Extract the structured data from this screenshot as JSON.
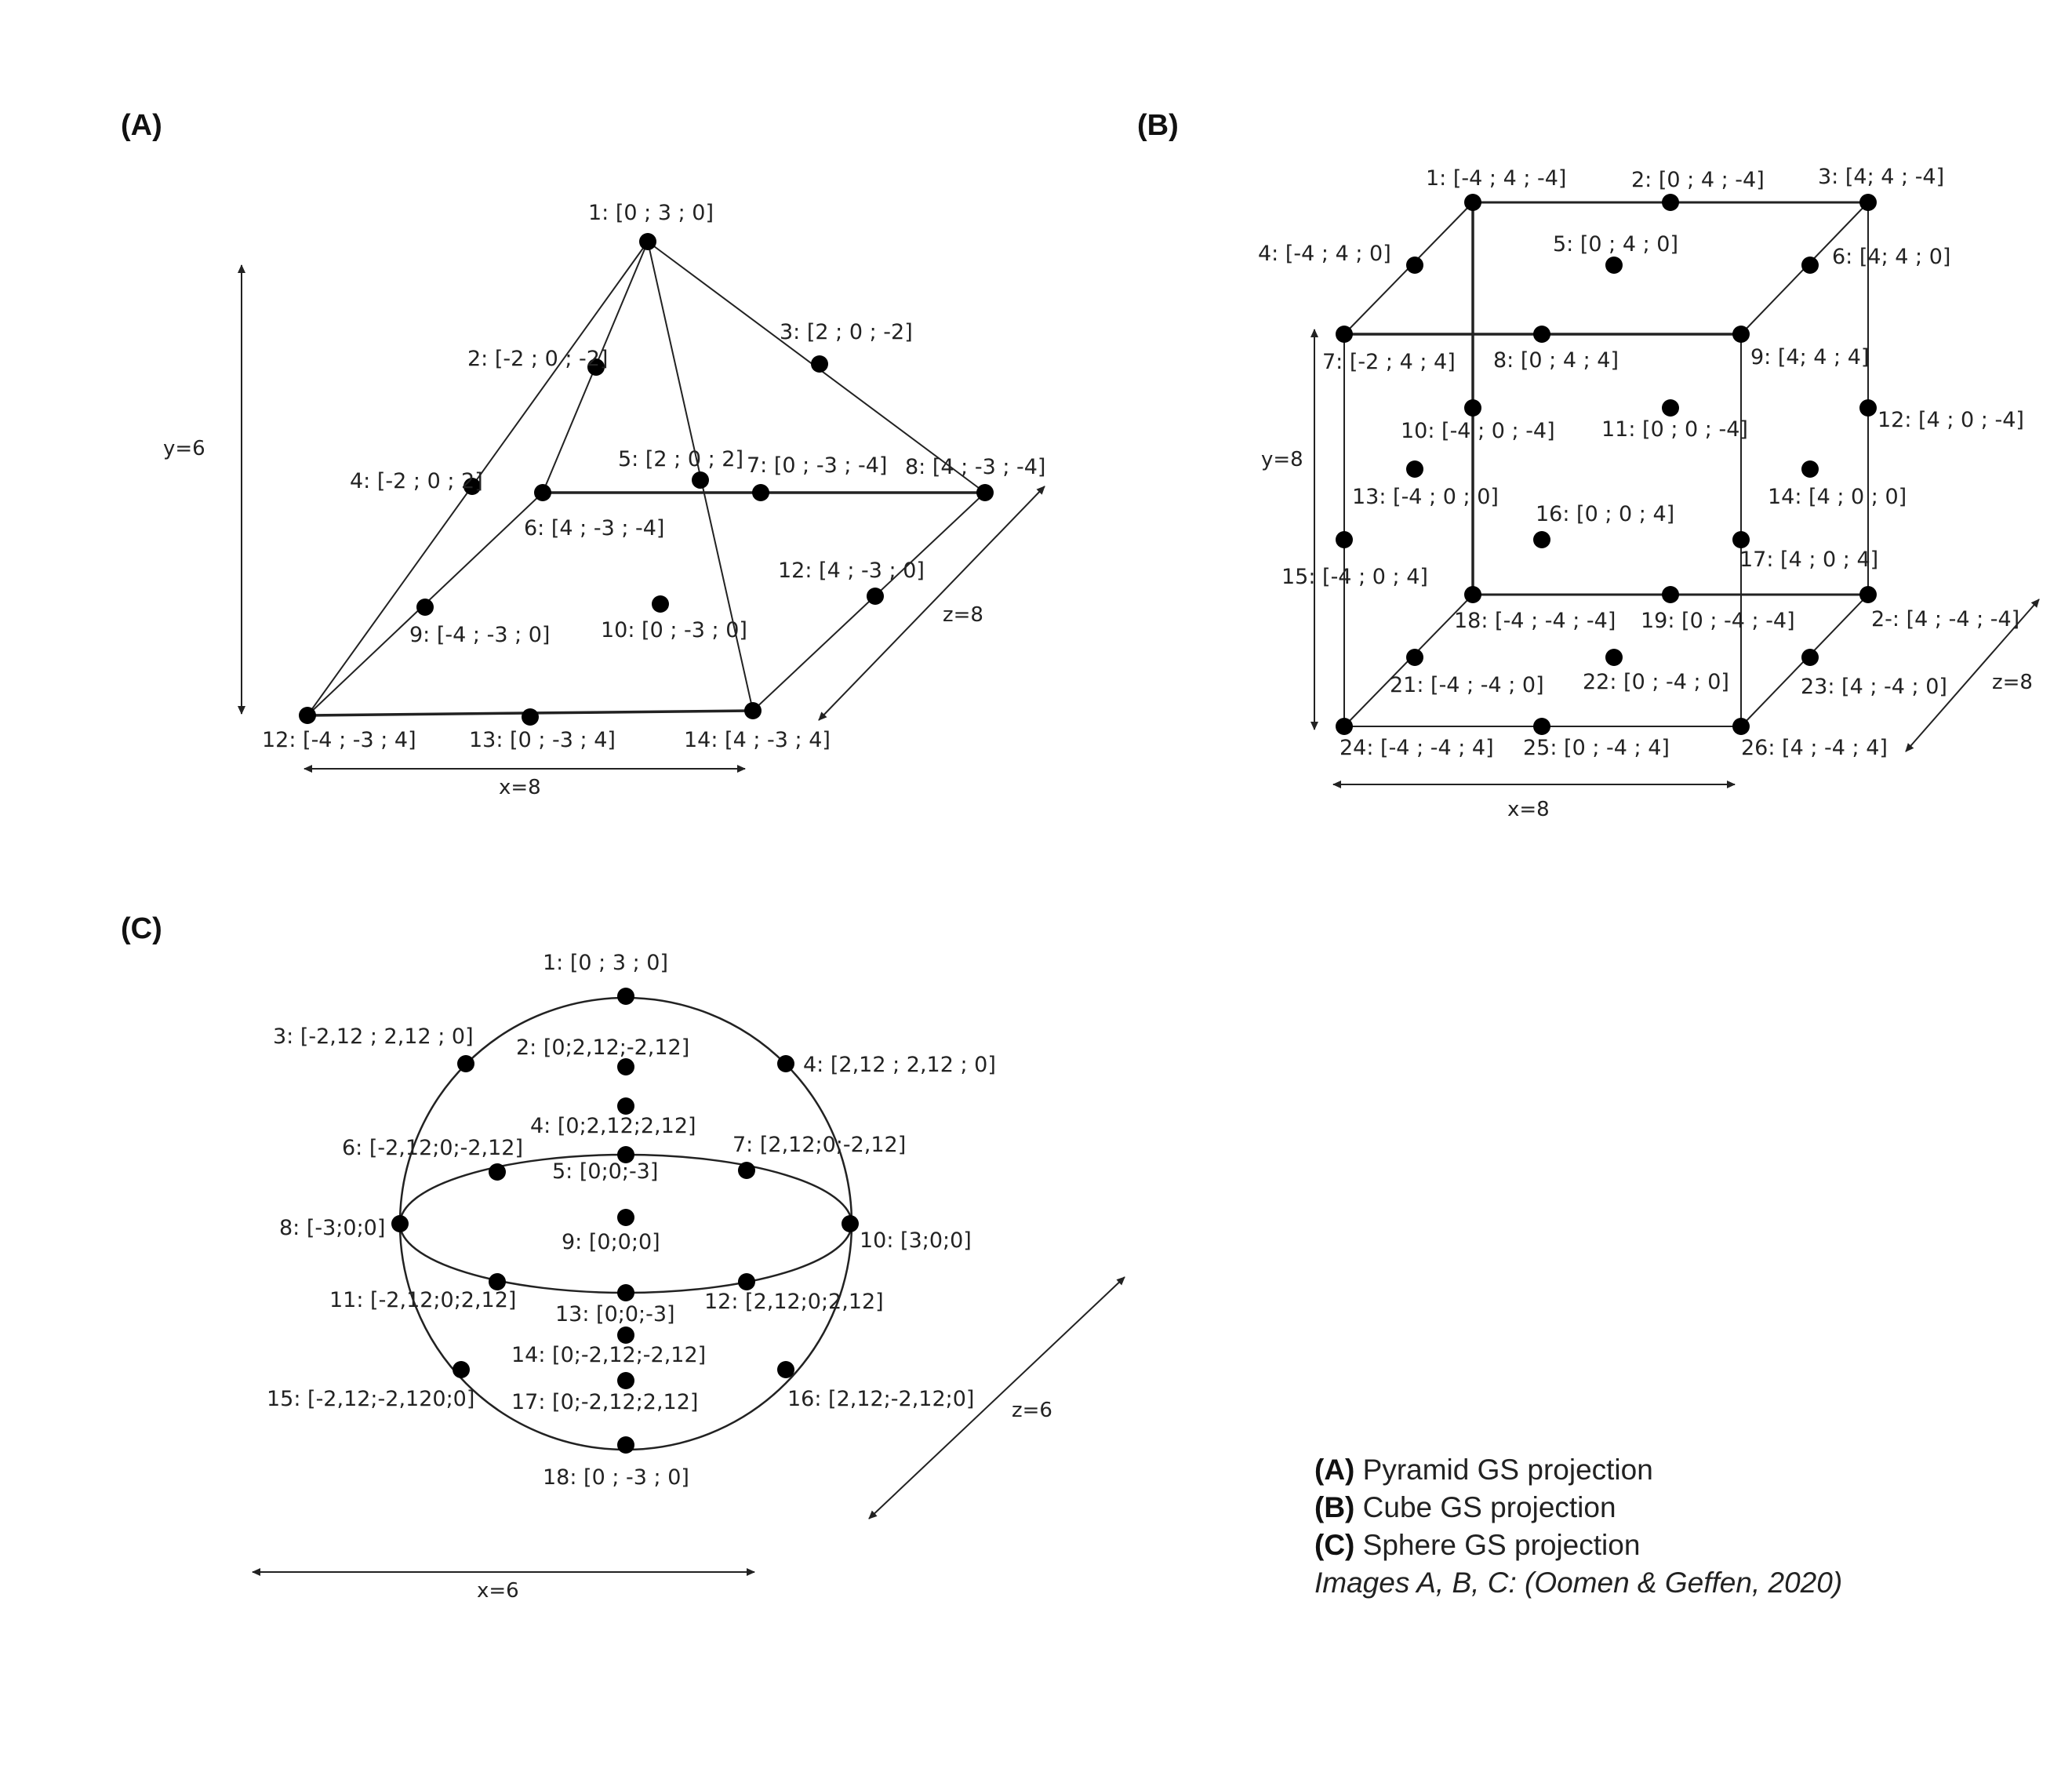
{
  "panels": {
    "a": {
      "label": "(A)",
      "points": [
        {
          "id": "a1",
          "text": "1: [0 ; 3 ; 0]"
        },
        {
          "id": "a2",
          "text": "2: [-2 ; 0 ; -2]"
        },
        {
          "id": "a3",
          "text": "3: [2 ; 0 ; -2]"
        },
        {
          "id": "a4",
          "text": "4: [-2 ; 0 ; 2]"
        },
        {
          "id": "a5",
          "text": "5: [2 ; 0 ; 2]"
        },
        {
          "id": "a6",
          "text": "6: [4 ; -3 ; -4]"
        },
        {
          "id": "a7",
          "text": "7: [0 ; -3 ; -4]"
        },
        {
          "id": "a8",
          "text": "8: [4 ; -3 ; -4]"
        },
        {
          "id": "a9",
          "text": "9: [-4 ; -3 ; 0]"
        },
        {
          "id": "a10",
          "text": "10: [0 ; -3 ; 0]"
        },
        {
          "id": "a12b",
          "text": "12: [4 ; -3 ; 0]"
        },
        {
          "id": "a12",
          "text": "12: [-4 ; -3 ; 4]"
        },
        {
          "id": "a13",
          "text": "13: [0 ; -3 ; 4]"
        },
        {
          "id": "a14",
          "text": "14: [4 ; -3 ; 4]"
        }
      ],
      "dims": {
        "x": "x=8",
        "y": "y=6",
        "z": "z=8"
      }
    },
    "b": {
      "label": "(B)",
      "points": [
        {
          "id": "b1",
          "text": "1: [-4 ; 4 ; -4]"
        },
        {
          "id": "b2",
          "text": "2: [0 ; 4 ; -4]"
        },
        {
          "id": "b3",
          "text": "3: [4; 4 ; -4]"
        },
        {
          "id": "b4",
          "text": "4: [-4 ; 4 ; 0]"
        },
        {
          "id": "b5",
          "text": "5: [0 ; 4 ; 0]"
        },
        {
          "id": "b6",
          "text": "6: [4; 4 ; 0]"
        },
        {
          "id": "b7",
          "text": "7: [-2 ; 4 ; 4]"
        },
        {
          "id": "b8",
          "text": "8: [0 ; 4 ; 4]"
        },
        {
          "id": "b9",
          "text": "9: [4; 4 ; 4]"
        },
        {
          "id": "b10",
          "text": "10: [-4 ; 0 ; -4]"
        },
        {
          "id": "b11",
          "text": "11: [0 ; 0 ; -4]"
        },
        {
          "id": "b12",
          "text": "12: [4 ; 0 ; -4]"
        },
        {
          "id": "b13",
          "text": "13: [-4 ; 0 ; 0]"
        },
        {
          "id": "b14",
          "text": "14: [4 ; 0 ; 0]"
        },
        {
          "id": "b15",
          "text": "15: [-4 ; 0 ; 4]"
        },
        {
          "id": "b16",
          "text": "16: [0 ; 0 ; 4]"
        },
        {
          "id": "b17",
          "text": "17: [4 ; 0 ; 4]"
        },
        {
          "id": "b18",
          "text": "18: [-4 ; -4 ; -4]"
        },
        {
          "id": "b19",
          "text": "19: [0 ; -4 ; -4]"
        },
        {
          "id": "b20",
          "text": "2-: [4 ; -4 ; -4]"
        },
        {
          "id": "b21",
          "text": "21: [-4 ; -4 ; 0]"
        },
        {
          "id": "b22",
          "text": "22: [0 ; -4 ; 0]"
        },
        {
          "id": "b23",
          "text": "23: [4 ; -4 ; 0]"
        },
        {
          "id": "b24",
          "text": "24: [-4 ; -4 ; 4]"
        },
        {
          "id": "b25",
          "text": "25: [0 ; -4 ; 4]"
        },
        {
          "id": "b26",
          "text": "26: [4 ; -4 ; 4]"
        }
      ],
      "dims": {
        "x": "x=8",
        "y": "y=8",
        "z": "z=8"
      }
    },
    "c": {
      "label": "(C)",
      "points": [
        {
          "id": "c1",
          "text": "1: [0 ; 3 ; 0]"
        },
        {
          "id": "c2",
          "text": "2: [0;2,12;-2,12]"
        },
        {
          "id": "c3",
          "text": "3: [-2,12 ; 2,12 ; 0]"
        },
        {
          "id": "c4",
          "text": "4: [2,12 ; 2,12 ; 0]"
        },
        {
          "id": "c4b",
          "text": "4: [0;2,12;2,12]"
        },
        {
          "id": "c5",
          "text": "5: [0;0;-3]"
        },
        {
          "id": "c6",
          "text": "6: [-2,12;0;-2,12]"
        },
        {
          "id": "c7",
          "text": "7: [2,12;0;-2,12]"
        },
        {
          "id": "c8",
          "text": "8: [-3;0;0]"
        },
        {
          "id": "c9",
          "text": "9: [0;0;0]"
        },
        {
          "id": "c10",
          "text": "10: [3;0;0]"
        },
        {
          "id": "c11",
          "text": "11: [-2,12;0;2,12]"
        },
        {
          "id": "c12",
          "text": "12: [2,12;0;2,12]"
        },
        {
          "id": "c13",
          "text": "13: [0;0;-3]"
        },
        {
          "id": "c14",
          "text": "14: [0;-2,12;-2,12]"
        },
        {
          "id": "c15",
          "text": "15: [-2,12;-2,120;0]"
        },
        {
          "id": "c16",
          "text": "16: [2,12;-2,12;0]"
        },
        {
          "id": "c17",
          "text": "17: [0;-2,12;2,12]"
        },
        {
          "id": "c18",
          "text": "18: [0 ; -3 ; 0]"
        }
      ],
      "dims": {
        "x": "x=6",
        "z": "z=6"
      }
    }
  },
  "caption": {
    "lines": [
      {
        "tag": "(A)",
        "text": "Pyramid  GS projection"
      },
      {
        "tag": "(B)",
        "text": "Cube  GS projection"
      },
      {
        "tag": "(C)",
        "text": "Sphere GS projection"
      }
    ],
    "citation": "Images A, B, C: (Oomen & Geffen, 2020)"
  }
}
